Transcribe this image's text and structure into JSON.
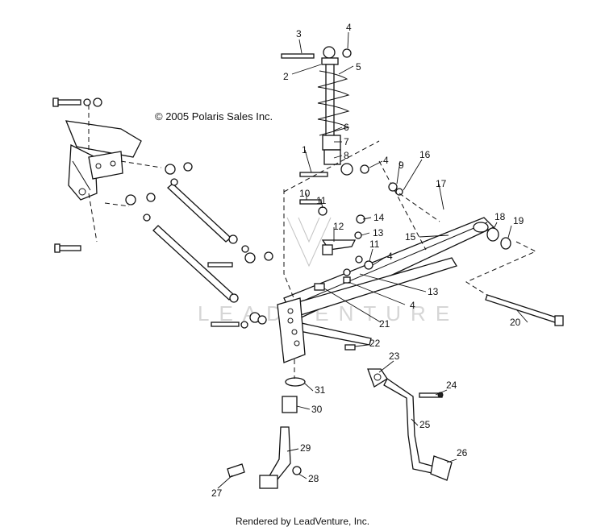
{
  "copyright": "© 2005 Polaris Sales Inc.",
  "footer": "Rendered by LeadVenture, Inc.",
  "watermark": "LEADVENTURE",
  "callouts": [
    {
      "id": "c3",
      "text": "3"
    },
    {
      "id": "c4a",
      "text": "4"
    },
    {
      "id": "c2",
      "text": "2"
    },
    {
      "id": "c5",
      "text": "5"
    },
    {
      "id": "c6",
      "text": "6"
    },
    {
      "id": "c7",
      "text": "7"
    },
    {
      "id": "c1",
      "text": "1"
    },
    {
      "id": "c8",
      "text": "8"
    },
    {
      "id": "c4b",
      "text": "4"
    },
    {
      "id": "c16",
      "text": "16"
    },
    {
      "id": "c9",
      "text": "9"
    },
    {
      "id": "c10",
      "text": "10"
    },
    {
      "id": "c11a",
      "text": "11"
    },
    {
      "id": "c17",
      "text": "17"
    },
    {
      "id": "c14",
      "text": "14"
    },
    {
      "id": "c12",
      "text": "12"
    },
    {
      "id": "c13a",
      "text": "13"
    },
    {
      "id": "c18",
      "text": "18"
    },
    {
      "id": "c19",
      "text": "19"
    },
    {
      "id": "c15",
      "text": "15"
    },
    {
      "id": "c11b",
      "text": "11"
    },
    {
      "id": "c4c",
      "text": "4"
    },
    {
      "id": "c13b",
      "text": "13"
    },
    {
      "id": "c4d",
      "text": "4"
    },
    {
      "id": "c21",
      "text": "21"
    },
    {
      "id": "c20",
      "text": "20"
    },
    {
      "id": "c22",
      "text": "22"
    },
    {
      "id": "c23",
      "text": "23"
    },
    {
      "id": "c24",
      "text": "24"
    },
    {
      "id": "c31",
      "text": "31"
    },
    {
      "id": "c30",
      "text": "30"
    },
    {
      "id": "c25",
      "text": "25"
    },
    {
      "id": "c29",
      "text": "29"
    },
    {
      "id": "c26",
      "text": "26"
    },
    {
      "id": "c28",
      "text": "28"
    },
    {
      "id": "c27",
      "text": "27"
    }
  ]
}
